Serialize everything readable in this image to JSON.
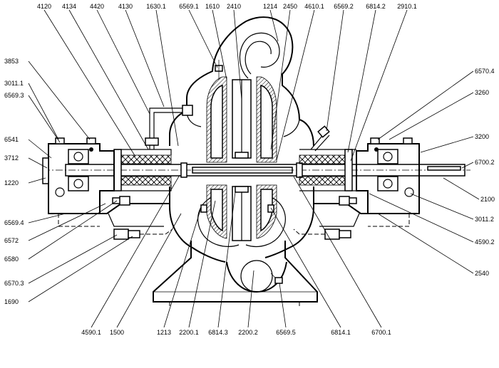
{
  "drawing": {
    "labels": {
      "top": [
        "4120",
        "4134",
        "4420",
        "4130",
        "1630.1",
        "6569.1",
        "1610",
        "2410",
        "1214",
        "2450",
        "4610.1",
        "6569.2",
        "6814.2",
        "2910.1"
      ],
      "left": [
        "3853",
        "3011.1",
        "6569.3",
        "6541",
        "3712",
        "1220",
        "6569.4",
        "6572",
        "6580",
        "6570.3",
        "1690"
      ],
      "right": [
        "6570.4",
        "3260",
        "3200",
        "6700.2",
        "2100",
        "3011.2",
        "4590.2",
        "2540"
      ],
      "bottom": [
        "4590.1",
        "1500",
        "1213",
        "2200.1",
        "6814.3",
        "2200.2",
        "6569.5",
        "6814.1",
        "6700.1"
      ]
    }
  }
}
